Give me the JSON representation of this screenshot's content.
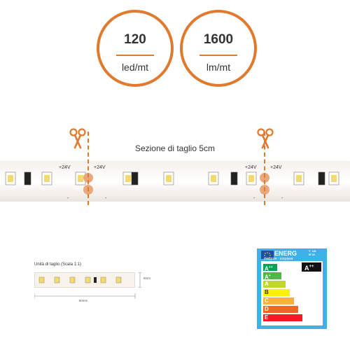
{
  "badges": [
    {
      "value": "120",
      "unit": "led/mt"
    },
    {
      "value": "1600",
      "unit": "lm/mt"
    }
  ],
  "cut_section": {
    "title": "Sezione di taglio 5cm",
    "pad_labels": [
      "+24V",
      "+24V",
      "+24V",
      "+24V"
    ],
    "minus_labels": [
      "-",
      "-",
      "-",
      "-"
    ]
  },
  "scale": {
    "title": "Unità di taglio (Scala 1:1)",
    "width_label": "50mm",
    "height_label": "8mm"
  },
  "energy": {
    "header": "ENERG",
    "header_suffix": "Y  UA\nIE IA",
    "subtitle": "енергия · ενεργεια",
    "rating": "A",
    "rating_suffix": "++",
    "classes": [
      {
        "letter": "A",
        "sup": "++",
        "color": "#00a651"
      },
      {
        "letter": "A",
        "sup": "+",
        "color": "#50b848"
      },
      {
        "letter": "A",
        "sup": "",
        "color": "#bed630"
      },
      {
        "letter": "B",
        "sup": "",
        "color": "#fff200"
      },
      {
        "letter": "C",
        "sup": "",
        "color": "#fbb040"
      },
      {
        "letter": "D",
        "sup": "",
        "color": "#f26522"
      },
      {
        "letter": "E",
        "sup": "",
        "color": "#ed1c24"
      }
    ]
  },
  "colors": {
    "accent": "#e07a2e",
    "energy_blue": "#3db2e8"
  }
}
